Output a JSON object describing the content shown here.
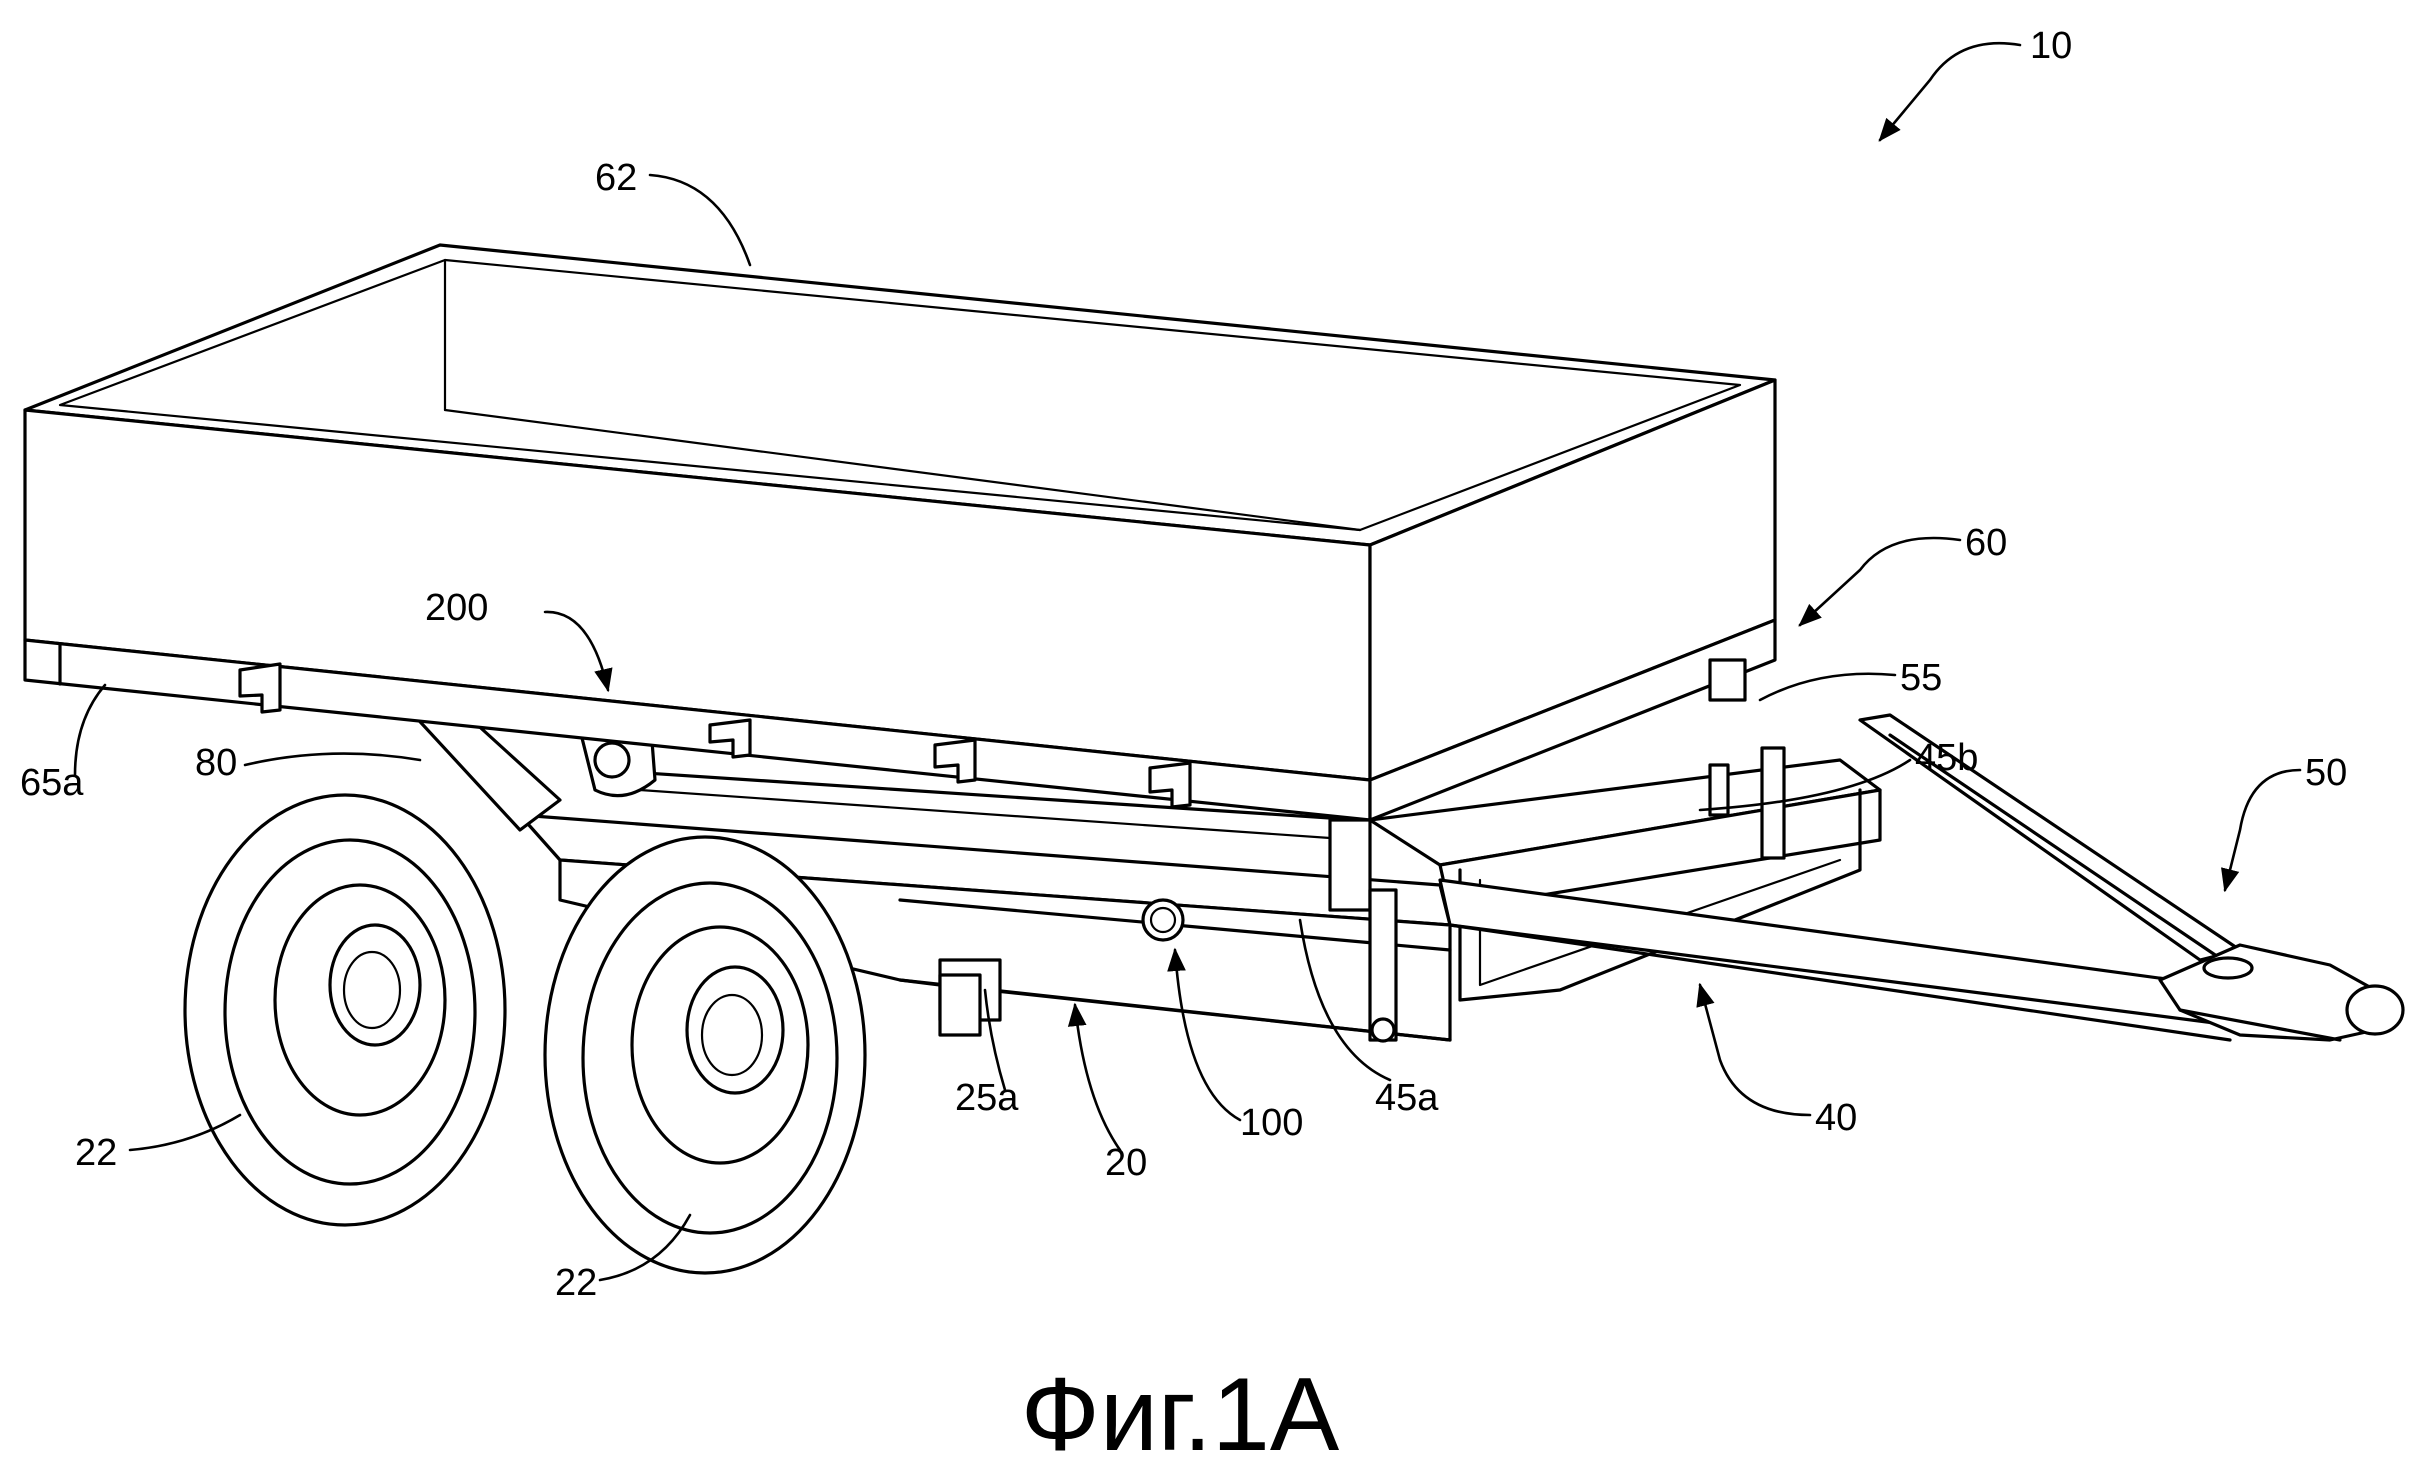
{
  "figure": {
    "caption": "Фиг.1А",
    "labels": {
      "l10": "10",
      "l62": "62",
      "l60": "60",
      "l55": "55",
      "l45b": "45b",
      "l50": "50",
      "l200": "200",
      "l80": "80",
      "l65a": "65a",
      "l22a": "22",
      "l22b": "22",
      "l25a": "25a",
      "l20": "20",
      "l100": "100",
      "l45a": "45a",
      "l40": "40"
    }
  }
}
